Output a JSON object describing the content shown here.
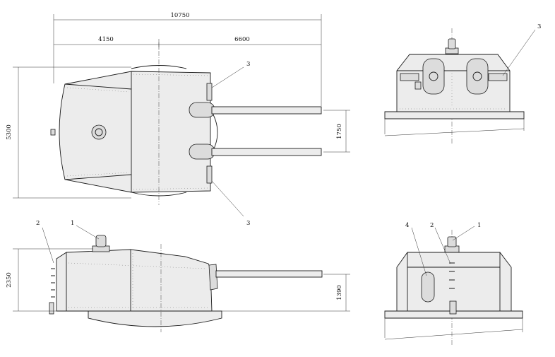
{
  "dimensions": {
    "overall_length": "10750",
    "front_length": "4150",
    "rear_length": "6600",
    "width": "5300",
    "gun_spacing": "1750",
    "height": "2350",
    "gun_axis_height": "1390"
  },
  "callouts": {
    "c1": "1",
    "c2": "2",
    "c3": "3",
    "c4": "4"
  }
}
